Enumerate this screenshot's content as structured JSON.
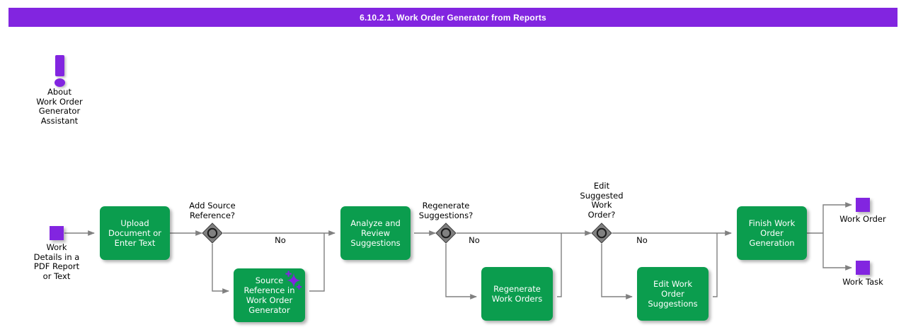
{
  "title": "6.10.2.1. Work Order Generator from Reports",
  "colors": {
    "header": "#8225e0",
    "task": "#0b9d4e",
    "data_object": "#8225e0",
    "gateway": "#808080",
    "connector": "#808080",
    "text": "#000000"
  },
  "annotation": {
    "icon": "exclamation-mark-icon",
    "text": "About\nWork Order\nGenerator\nAssistant"
  },
  "start": {
    "name": "work-details-data-object",
    "label": "Work\nDetails in a\nPDF Report\nor Text"
  },
  "tasks": [
    {
      "id": "upload",
      "label": "Upload\nDocument or\nEnter Text",
      "sparkle": false
    },
    {
      "id": "source_ref",
      "label": "Source\nReference in\nWork Order\nGenerator",
      "sparkle": true
    },
    {
      "id": "analyze",
      "label": "Analyze and\nReview\nSuggestions",
      "sparkle": false
    },
    {
      "id": "regenerate",
      "label": "Regenerate\nWork Orders",
      "sparkle": false
    },
    {
      "id": "edit",
      "label": "Edit Work Order\nSuggestions",
      "sparkle": false
    },
    {
      "id": "finish",
      "label": "Finish Work\nOrder\nGeneration",
      "sparkle": false
    }
  ],
  "gateways": [
    {
      "id": "add_source",
      "label": "Add Source\nReference?",
      "no_label": "No"
    },
    {
      "id": "regen_sugg",
      "label": "Regenerate\nSuggestions?",
      "no_label": "No"
    },
    {
      "id": "edit_sugg",
      "label": "Edit\nSuggested\nWork\nOrder?",
      "no_label": "No"
    }
  ],
  "outputs": [
    {
      "id": "work_order",
      "label": "Work Order"
    },
    {
      "id": "work_task",
      "label": "Work Task"
    }
  ]
}
